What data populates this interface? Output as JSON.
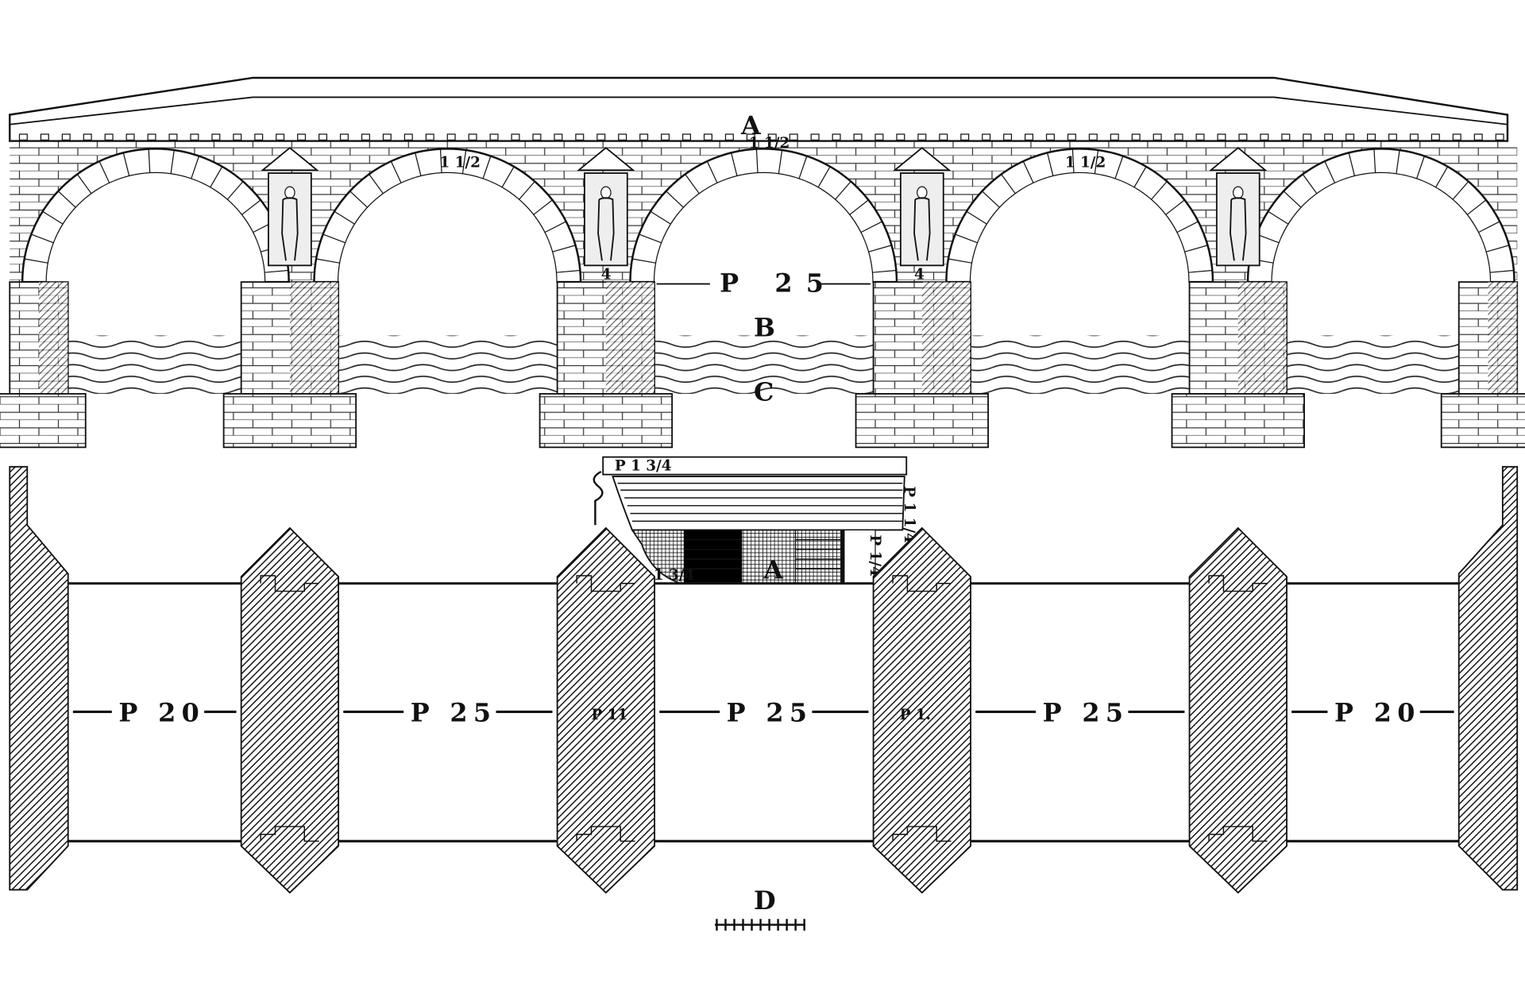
{
  "elevation": {
    "label_a": "A",
    "label_b": "B",
    "label_c": "C",
    "span_label": "P 25",
    "keystone_marks": [
      "1 1/2",
      "1 1/2",
      "1 1/2"
    ],
    "niche_marks": [
      "4",
      "4"
    ]
  },
  "detail": {
    "label_a": "A",
    "top_dim": "P 1 3/4",
    "right_dim": "P 1 1/4",
    "side_dim": "P 1/4",
    "bottom_dim": "1 3/4"
  },
  "plan": {
    "span_labels": [
      "P 20",
      "P 25",
      "P 25",
      "P 25",
      "P 20"
    ],
    "pier_labels": [
      "P 11",
      "P 1."
    ],
    "label_d": "D"
  },
  "colors": {
    "ink": "#111111",
    "paper": "#ffffff"
  }
}
